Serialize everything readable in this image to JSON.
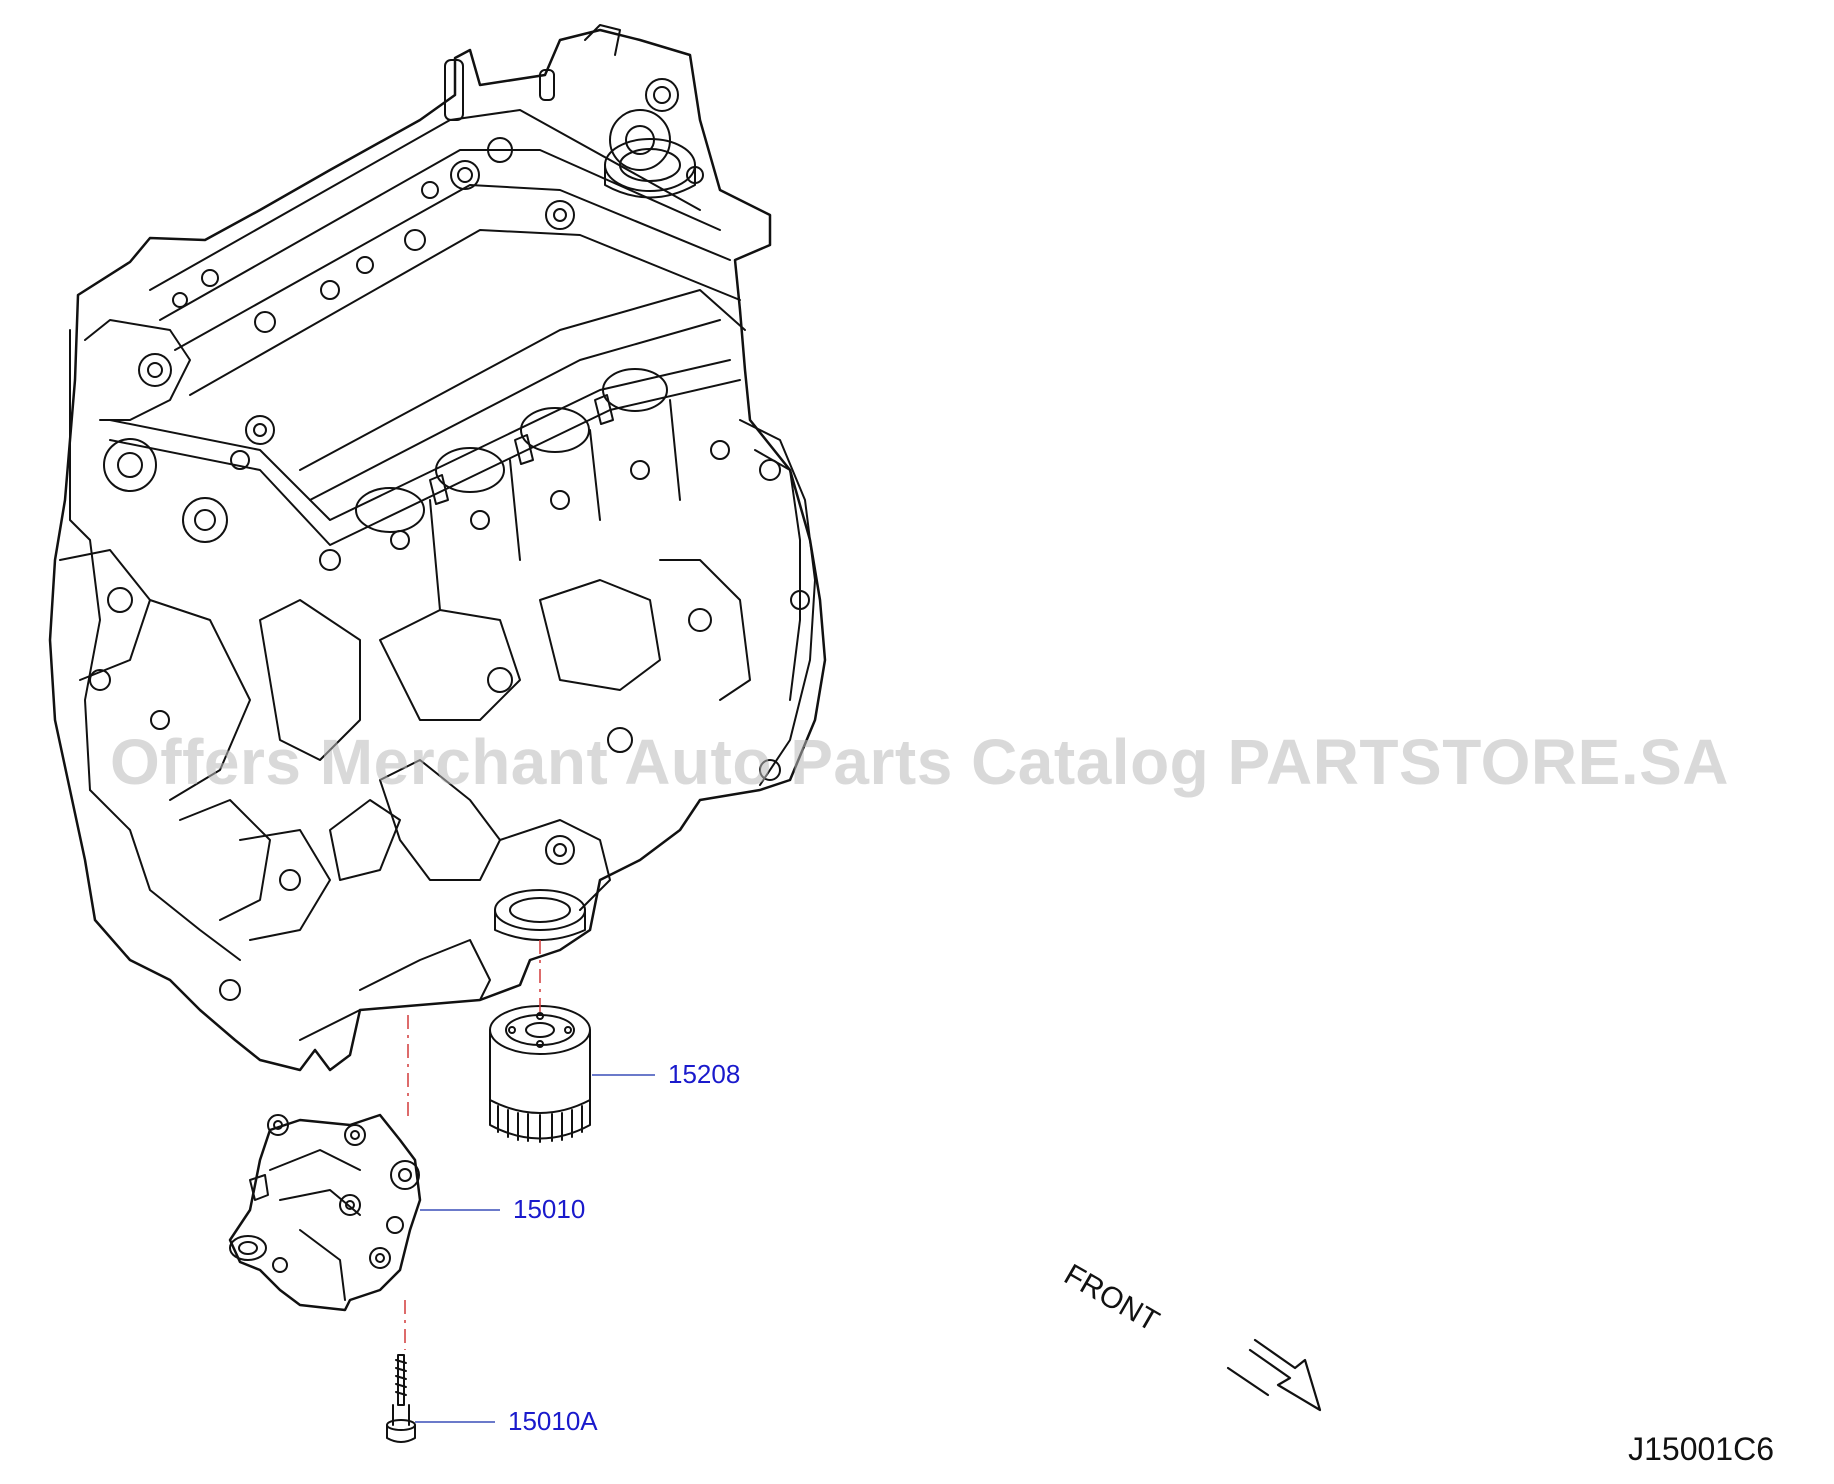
{
  "watermark": "Offers Merchant Auto Parts Catalog PARTSTORE.SA",
  "callouts": {
    "oil_filter": "15208",
    "oil_pump": "15010",
    "pump_bolt": "15010A"
  },
  "orientation_label": "FRONT",
  "diagram_code": "J15001C6",
  "colors": {
    "callout_text": "#1a1acc",
    "leader_line": "#3a4fb8",
    "centerline": "#d23a3a",
    "line_art": "#111111",
    "watermark": "#b9b9b9"
  }
}
